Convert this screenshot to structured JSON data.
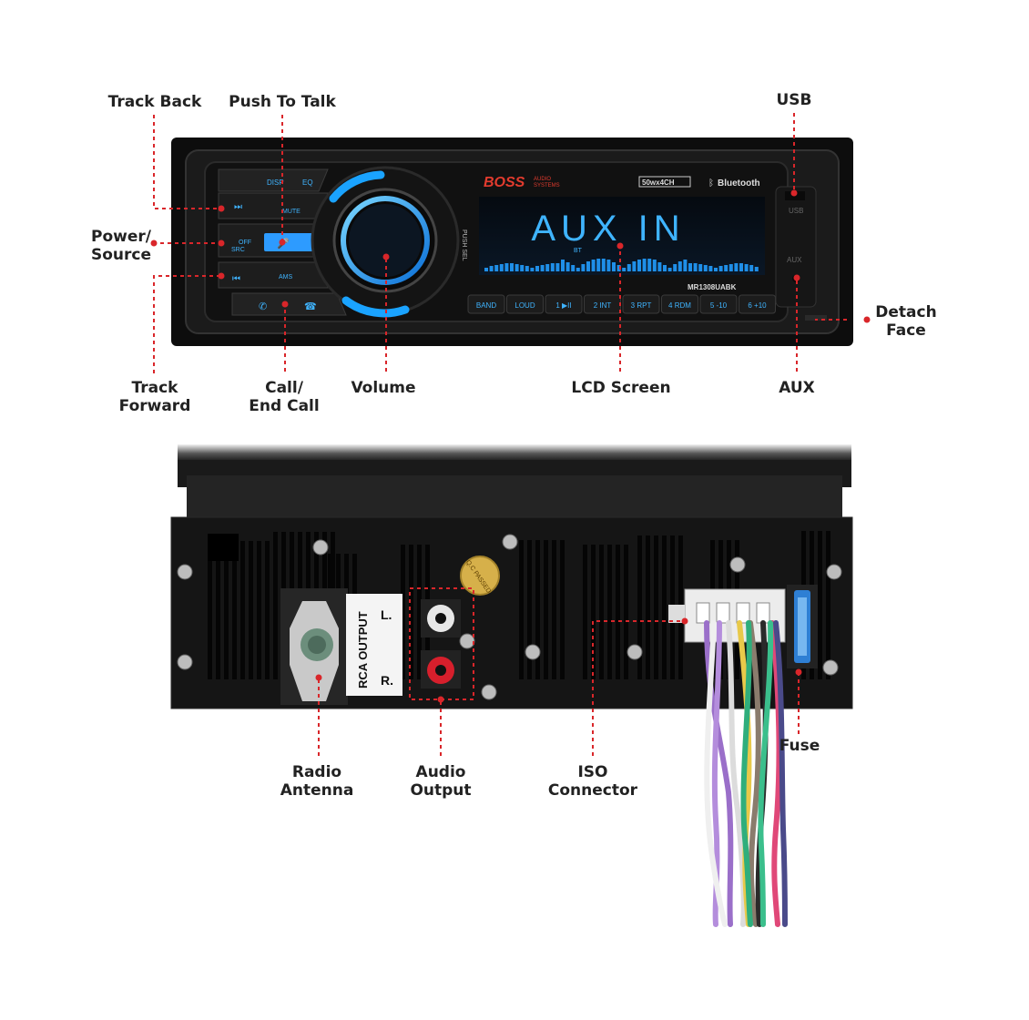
{
  "callouts": {
    "track_back": {
      "lines": [
        "Track Back"
      ]
    },
    "push_to_talk": {
      "lines": [
        "Push To Talk"
      ]
    },
    "usb": {
      "lines": [
        "USB"
      ]
    },
    "power_source": {
      "lines": [
        "Power/",
        "Source"
      ]
    },
    "detach_face": {
      "lines": [
        "Detach",
        "Face"
      ]
    },
    "track_forward": {
      "lines": [
        "Track",
        "Forward"
      ]
    },
    "call_end_call": {
      "lines": [
        "Call/",
        "End Call"
      ]
    },
    "volume": {
      "lines": [
        "Volume"
      ]
    },
    "lcd_screen": {
      "lines": [
        "LCD Screen"
      ]
    },
    "aux": {
      "lines": [
        "AUX"
      ]
    },
    "radio_antenna": {
      "lines": [
        "Radio",
        "Antenna"
      ]
    },
    "audio_output": {
      "lines": [
        "Audio",
        "Output"
      ]
    },
    "iso_connector": {
      "lines": [
        "ISO",
        "Connector"
      ]
    },
    "fuse": {
      "lines": [
        "Fuse"
      ]
    }
  },
  "faceplate": {
    "brand": "BOSS",
    "brand_sub_1": "AUDIO",
    "brand_sub_2": "SYSTEMS",
    "power_badge": "50wx4CH",
    "bluetooth": "Bluetooth",
    "display_text": "AUX IN",
    "display_sub": "BT",
    "model": "MR1308UABK",
    "push_sel": "PUSH SEL",
    "usb_port": "USB",
    "aux_port": "AUX",
    "left_buttons": {
      "disp": "DISP",
      "eq": "EQ",
      "mute": "MUTE",
      "off": "OFF",
      "src": "SRC",
      "ams": "AMS"
    },
    "preset_buttons": [
      "BAND",
      "LOUD",
      "1 ▶II",
      "2 INT",
      "3 RPT",
      "4 RDM",
      "5 -10",
      "6 +10"
    ]
  },
  "rear": {
    "rca_label": "RCA OUTPUT",
    "left_ch": "L.",
    "right_ch": "R.",
    "qc_sticker": "Q.C PASSED"
  },
  "colors": {
    "callout_red": "#d9262a",
    "display_blue": "#3fb4ff",
    "chassis": "#151515"
  }
}
